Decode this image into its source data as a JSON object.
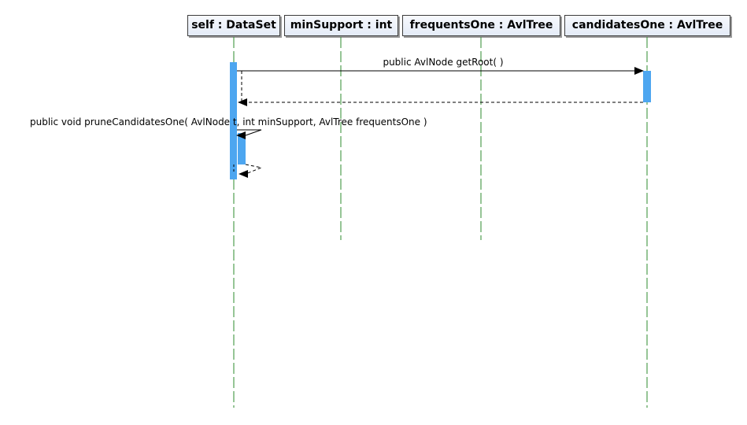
{
  "colors": {
    "lifeline": "#2e8b2e",
    "activation": "#4da6f0",
    "message": "#000000",
    "head_border": "#3c3c3c"
  },
  "lifelines": [
    {
      "id": "self",
      "label": "self : DataSet"
    },
    {
      "id": "minSupport",
      "label": "minSupport : int"
    },
    {
      "id": "frequentsOne",
      "label": "frequentsOne : AvlTree"
    },
    {
      "id": "candidatesOne",
      "label": "candidatesOne : AvlTree"
    }
  ],
  "messages": [
    {
      "id": "getRoot-call",
      "from": "self",
      "to": "candidatesOne",
      "kind": "call",
      "label": "public AvlNode  getRoot(  )"
    },
    {
      "id": "getRoot-return",
      "from": "candidatesOne",
      "to": "self",
      "kind": "return",
      "label": ""
    },
    {
      "id": "prune-call",
      "from": "self",
      "to": "self",
      "kind": "self-call",
      "label": "public void  pruneCandidatesOne( AvlNode t, int minSupport, AvlTree frequentsOne )"
    },
    {
      "id": "prune-return",
      "from": "self",
      "to": "self",
      "kind": "self-return",
      "label": ""
    }
  ]
}
